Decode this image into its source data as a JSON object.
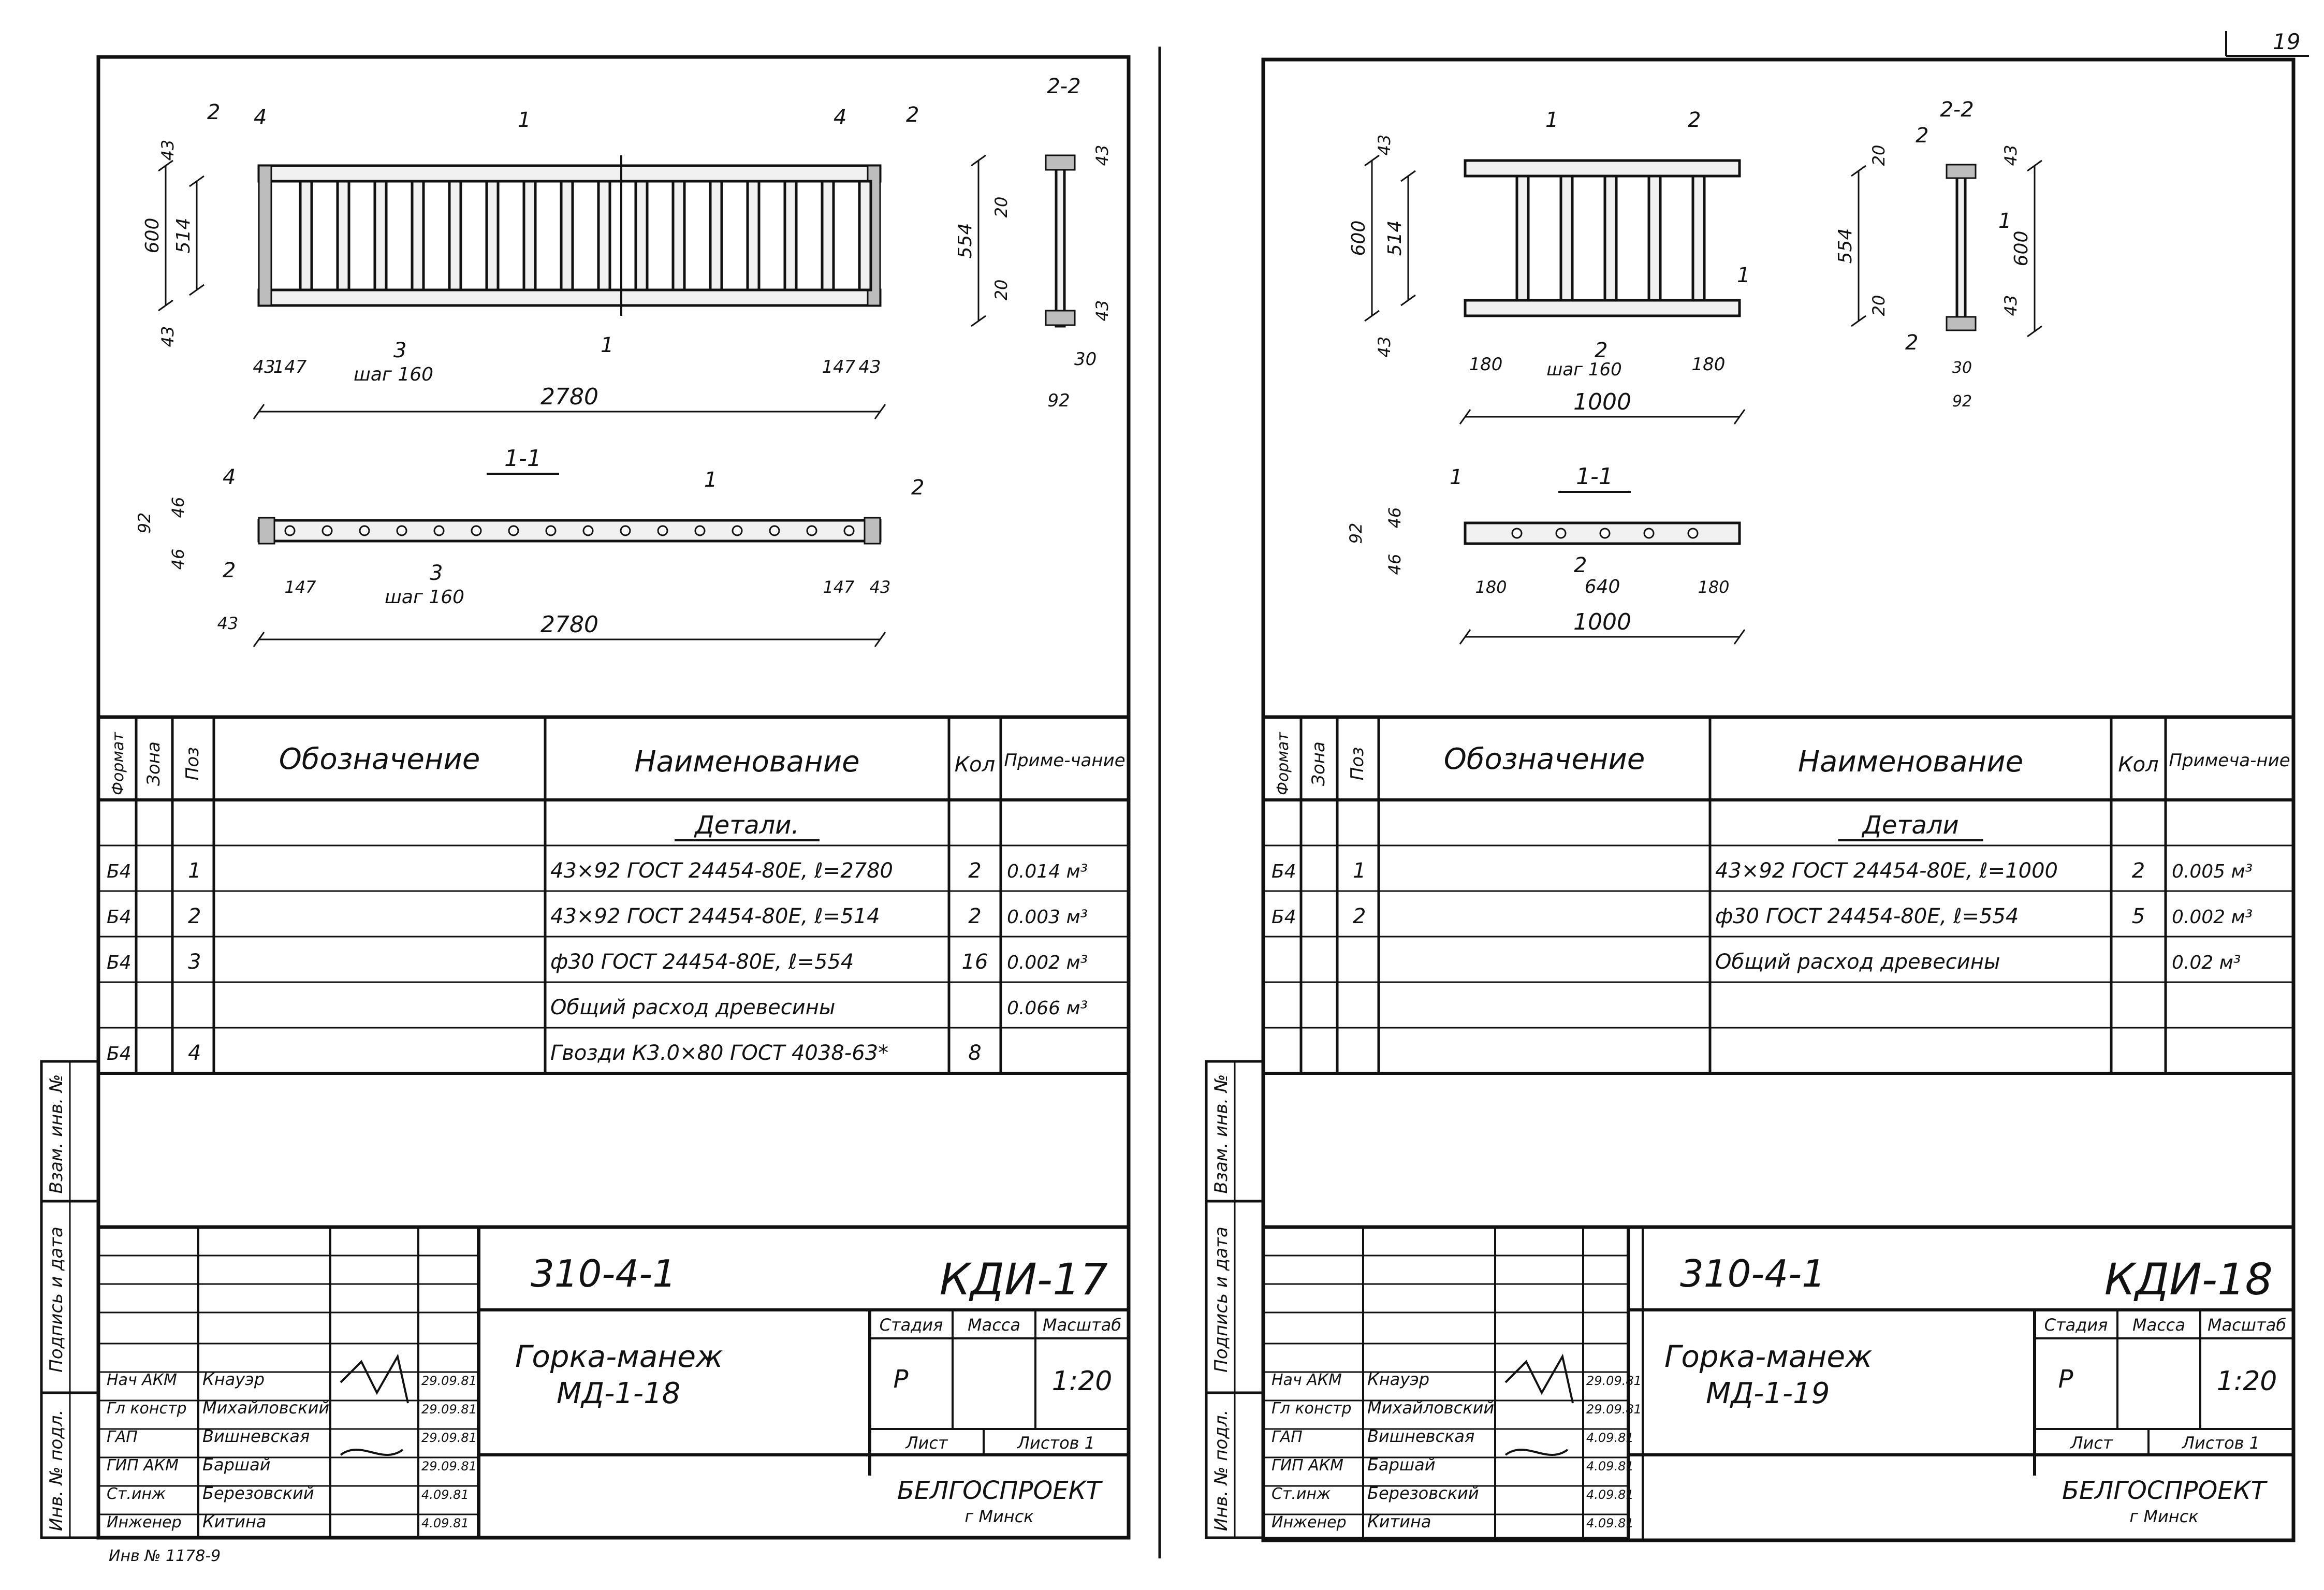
{
  "page_number": "19",
  "sheets": [
    {
      "drawing": {
        "dims": {
          "len_total": "2780",
          "h_total": "600",
          "h_inner": "514",
          "board": "43",
          "off": "147",
          "pitch_label": "шаг 160",
          "sec_w": "92",
          "sec_d": "30",
          "sec_20": "20",
          "sec_554": "554",
          "sec_43": "43",
          "d_46": "46",
          "d_92": "92"
        },
        "section_22": "2-2",
        "section_11": "1-1",
        "callouts": [
          "1",
          "2",
          "3",
          "4"
        ]
      },
      "spec_headers": {
        "format": "Формат",
        "zone": "Зона",
        "pos": "Поз",
        "designation": "Обозначение",
        "name": "Наименование",
        "qty": "Кол",
        "note": "Приме-чание"
      },
      "spec_section": "Детали.",
      "spec_rows": [
        {
          "format": "Б4",
          "pos": "1",
          "name": "43×92 ГОСТ 24454-80Е, ℓ=2780",
          "qty": "2",
          "note": "0.014 м³"
        },
        {
          "format": "Б4",
          "pos": "2",
          "name": "43×92 ГОСТ 24454-80Е, ℓ=514",
          "qty": "2",
          "note": "0.003 м³"
        },
        {
          "format": "Б4",
          "pos": "3",
          "name": "ф30 ГОСТ 24454-80Е, ℓ=554",
          "qty": "16",
          "note": "0.002 м³"
        },
        {
          "format": "",
          "pos": "",
          "name": "Общий расход древесины",
          "qty": "",
          "note": "0.066 м³"
        },
        {
          "format": "Б4",
          "pos": "4",
          "name": "Гвозди К3.0×80 ГОСТ 4038-63*",
          "qty": "8",
          "note": ""
        }
      ],
      "side_stamp": [
        "Инв. № подл.",
        "Подпись и дата",
        "Взам. инв. №"
      ],
      "title_block": {
        "code": "310-4-1",
        "sheet_code": "КДИ-17",
        "title_line1": "Горка-манеж",
        "title_line2": "МД-1-18",
        "stage_h": "Стадия",
        "mass_h": "Масса",
        "scale_h": "Масштаб",
        "stage": "Р",
        "scale": "1:20",
        "sheet_h": "Лист",
        "sheets_h": "Листов 1",
        "org": "БЕЛГОСПРОЕКТ",
        "city": "г Минск",
        "people": [
          {
            "role": "Нач АКМ",
            "name": "Кнауэр",
            "date": "29.09.81"
          },
          {
            "role": "Гл констр",
            "name": "Михайловский",
            "date": "29.09.81"
          },
          {
            "role": "ГАП",
            "name": "Вишневская",
            "date": "29.09.81"
          },
          {
            "role": "ГИП АКМ",
            "name": "Баршай",
            "date": "29.09.81"
          },
          {
            "role": "Ст.инж",
            "name": "Березовский",
            "date": "4.09.81"
          },
          {
            "role": "Инженер",
            "name": "Китина",
            "date": "4.09.81"
          }
        ],
        "inv_note": "Инв № 1178-9"
      }
    },
    {
      "drawing": {
        "dims": {
          "len_total": "1000",
          "h_total": "600",
          "h_inner": "514",
          "board": "43",
          "off": "180",
          "pitch_label": "шаг 160",
          "sec_w": "92",
          "sec_d": "30",
          "sec_20": "20",
          "sec_554": "554",
          "sec_43": "43",
          "d_46": "46",
          "d_92": "92",
          "mid": "640"
        },
        "section_22": "2-2",
        "section_11": "1-1",
        "callouts": [
          "1",
          "2"
        ]
      },
      "spec_headers": {
        "format": "Формат",
        "zone": "Зона",
        "pos": "Поз",
        "designation": "Обозначение",
        "name": "Наименование",
        "qty": "Кол",
        "note": "Примеча-ние"
      },
      "spec_section": "Детали",
      "spec_rows": [
        {
          "format": "Б4",
          "pos": "1",
          "name": "43×92 ГОСТ 24454-80Е, ℓ=1000",
          "qty": "2",
          "note": "0.005 м³"
        },
        {
          "format": "Б4",
          "pos": "2",
          "name": "ф30 ГОСТ 24454-80Е, ℓ=554",
          "qty": "5",
          "note": "0.002 м³"
        },
        {
          "format": "",
          "pos": "",
          "name": "Общий расход древесины",
          "qty": "",
          "note": "0.02 м³"
        },
        {
          "format": "",
          "pos": "",
          "name": "",
          "qty": "",
          "note": ""
        },
        {
          "format": "",
          "pos": "",
          "name": "",
          "qty": "",
          "note": ""
        }
      ],
      "side_stamp": [
        "Инв. № подл.",
        "Подпись и дата",
        "Взам. инв. №"
      ],
      "title_block": {
        "code": "310-4-1",
        "sheet_code": "КДИ-18",
        "title_line1": "Горка-манеж",
        "title_line2": "МД-1-19",
        "stage_h": "Стадия",
        "mass_h": "Масса",
        "scale_h": "Масштаб",
        "stage": "Р",
        "scale": "1:20",
        "sheet_h": "Лист",
        "sheets_h": "Листов 1",
        "org": "БЕЛГОСПРОЕКТ",
        "city": "г Минск",
        "people": [
          {
            "role": "Нач АКМ",
            "name": "Кнауэр",
            "date": "29.09.81"
          },
          {
            "role": "Гл констр",
            "name": "Михайловский",
            "date": "29.09.81"
          },
          {
            "role": "ГАП",
            "name": "Вишневская",
            "date": "4.09.81"
          },
          {
            "role": "ГИП АКМ",
            "name": "Баршай",
            "date": "4.09.81"
          },
          {
            "role": "Ст.инж",
            "name": "Березовский",
            "date": "4.09.81"
          },
          {
            "role": "Инженер",
            "name": "Китина",
            "date": "4.09.81"
          }
        ],
        "inv_note": ""
      }
    }
  ]
}
